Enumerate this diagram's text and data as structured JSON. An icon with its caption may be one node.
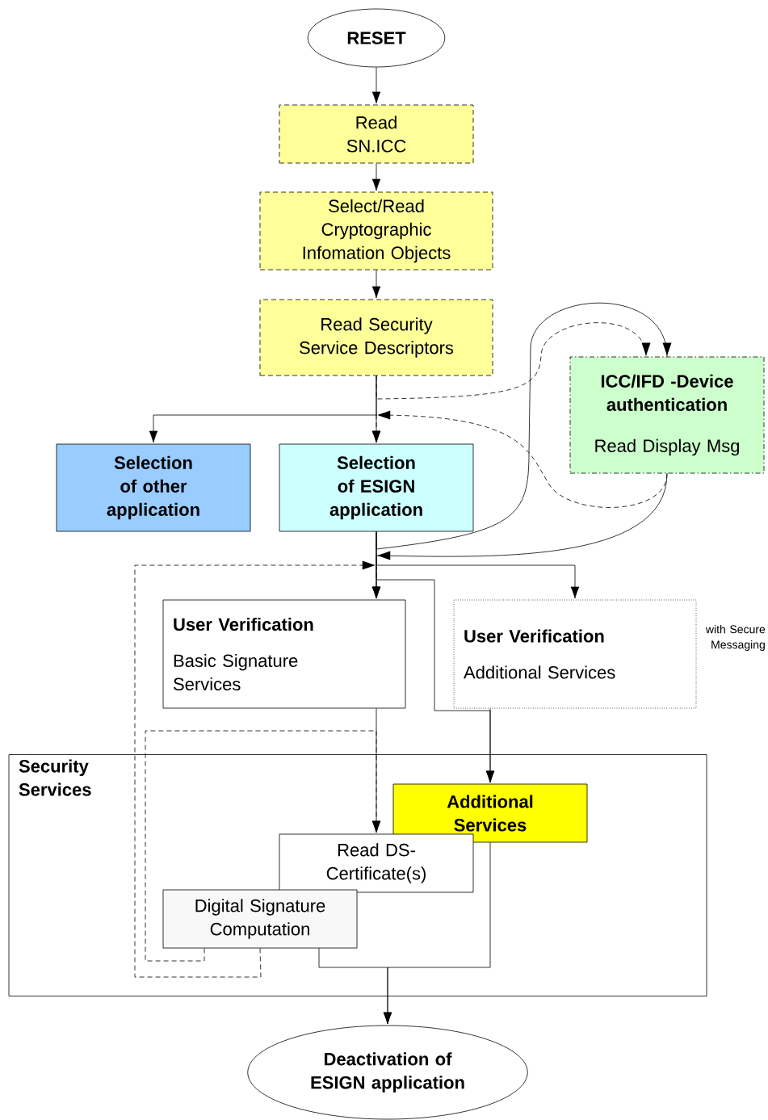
{
  "diagram": {
    "nodes": [
      {
        "text": [
          "RESET"
        ]
      },
      {
        "text": [
          "Read SN.ICC"
        ]
      },
      {
        "text": [
          "Select/Read Cryptographic Infomation Objects"
        ]
      },
      {
        "text": [
          "Read Security Service Descriptors"
        ]
      },
      {
        "text": [
          "ICC/IFD -Device authentication",
          "Read Display Msg"
        ]
      },
      {
        "text": [
          "Selection of other application"
        ]
      },
      {
        "text": [
          "Selection of ESIGN application"
        ]
      },
      {
        "text": [
          "User Verification",
          "Basic Signature Services"
        ]
      },
      {
        "text": [
          "User Verification",
          "Additional Services"
        ],
        "beside": [
          "with Secure Messaging"
        ]
      },
      {
        "text": [
          "Security Services"
        ]
      },
      {
        "text": [
          "Additional Services"
        ],
        "in": 9
      },
      {
        "text": [
          "Read DS-Certificate(s)"
        ],
        "in": 9
      },
      {
        "text": [
          "Digital Signature Computation"
        ],
        "in": 9
      },
      {
        "text": [
          "Deactivation of ESIGN application"
        ]
      }
    ],
    "edges": [
      {
        "from": 0,
        "to": 1,
        "arrow": "to"
      },
      {
        "from": 1,
        "to": 2,
        "arrow": "to"
      },
      {
        "from": 2,
        "to": 3,
        "arrow": "to"
      },
      {
        "from": 3,
        "to": 5,
        "arrow": "to"
      },
      {
        "from": 3,
        "to": 6,
        "arrow": "to"
      },
      {
        "from": 3,
        "to": 4,
        "arrow": "to",
        "style": "dashed"
      },
      {
        "from": 4,
        "to": 6,
        "arrow": "to",
        "style": "dashed"
      },
      {
        "from": 6,
        "to": 4,
        "arrow": "to"
      },
      {
        "from": 4,
        "to": 7,
        "arrow": "to"
      },
      {
        "from": 6,
        "to": 7,
        "arrow": "to"
      },
      {
        "from": 6,
        "to": 8,
        "arrow": "to"
      },
      {
        "from": 6,
        "to": 10,
        "arrow": "to"
      },
      {
        "from": 8,
        "to": 10,
        "arrow": "to"
      },
      {
        "from": 12,
        "to": 7,
        "arrow": "to",
        "style": "dashed"
      },
      {
        "from": 7,
        "to": 11,
        "arrow": "to"
      },
      {
        "from": 12,
        "to": 11,
        "arrow": "to",
        "style": "dashed"
      },
      {
        "from": 12,
        "to": 13,
        "arrow": "to"
      },
      {
        "from": 10,
        "to": 13,
        "arrow": "to"
      }
    ]
  }
}
